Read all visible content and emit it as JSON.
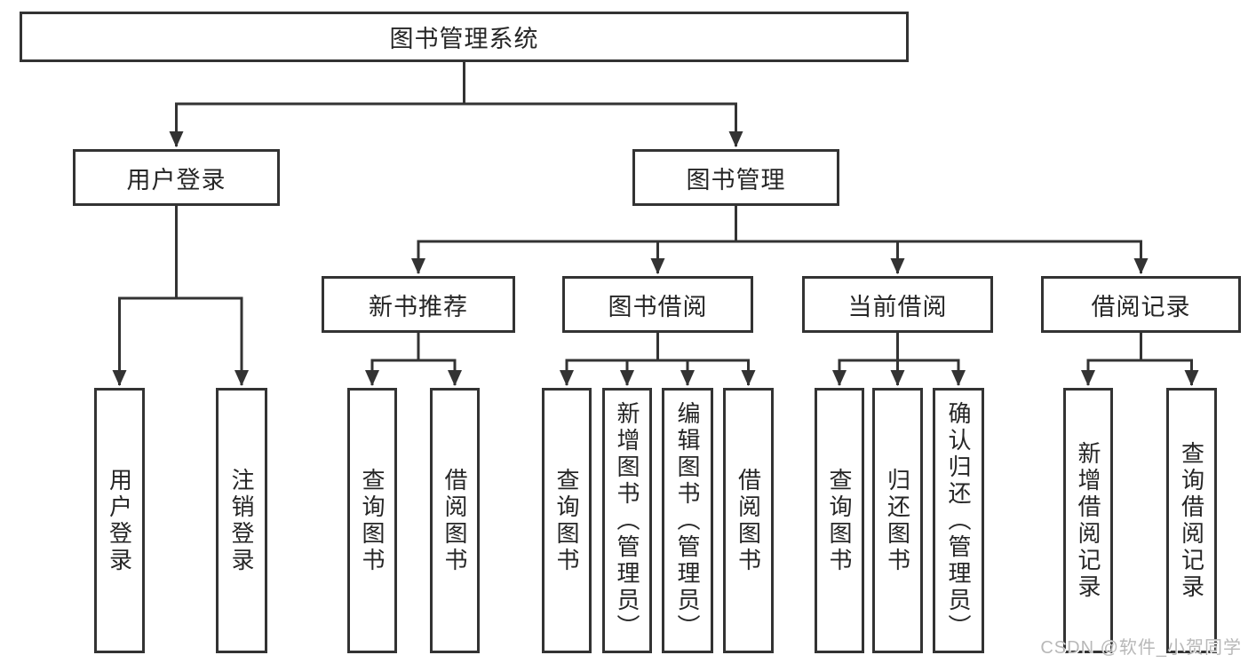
{
  "tree": {
    "label": "图书管理系统",
    "children": [
      {
        "label": "用户登录",
        "children": [
          {
            "label": "用户登录"
          },
          {
            "label": "注销登录"
          }
        ]
      },
      {
        "label": "图书管理",
        "children": [
          {
            "label": "新书推荐",
            "children": [
              {
                "label": "查询图书"
              },
              {
                "label": "借阅图书"
              }
            ]
          },
          {
            "label": "图书借阅",
            "children": [
              {
                "label": "查询图书"
              },
              {
                "label": "新增图书（管理员）"
              },
              {
                "label": "编辑图书（管理员）"
              },
              {
                "label": "借阅图书"
              }
            ]
          },
          {
            "label": "当前借阅",
            "children": [
              {
                "label": "查询图书"
              },
              {
                "label": "归还图书"
              },
              {
                "label": "确认归还（管理员）"
              }
            ]
          },
          {
            "label": "借阅记录",
            "children": [
              {
                "label": "新增借阅记录"
              },
              {
                "label": "查询借阅记录"
              }
            ]
          }
        ]
      }
    ]
  },
  "watermark": {
    "text": "CSDN @软件_小贺同学"
  },
  "colors": {
    "background": "#ffffff",
    "line": "#333333",
    "box_border": "#333333",
    "text": "#262626",
    "watermark": "#b8b8b8"
  }
}
